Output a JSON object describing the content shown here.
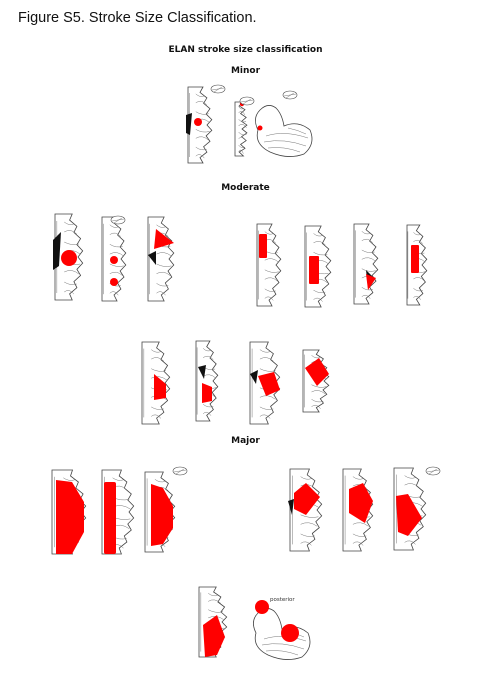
{
  "figure": {
    "title": "Figure S5. Stroke Size Classification.",
    "panel_title": "ELAN stroke size classification"
  },
  "sections": {
    "minor": "Minor",
    "moderate": "Moderate",
    "major": "Major"
  },
  "labels": {
    "posterior": "posterior"
  },
  "colors": {
    "lesion": "#ff0000",
    "outline": "#444444",
    "background": "#ffffff"
  }
}
